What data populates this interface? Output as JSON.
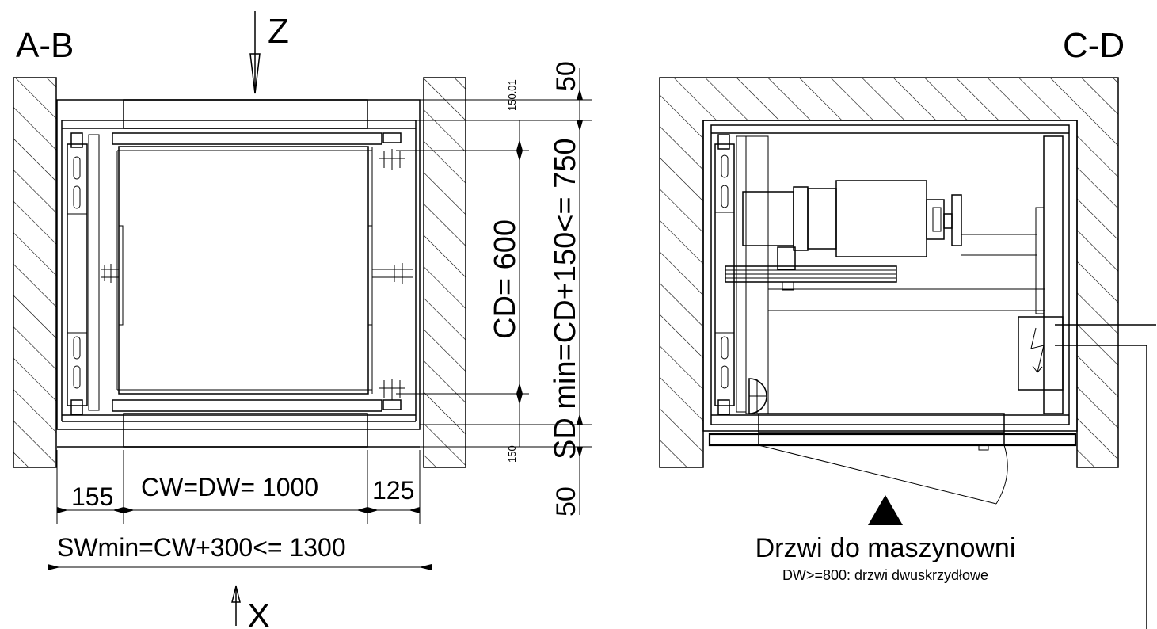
{
  "left_view": {
    "title": "A-B",
    "view_top_label": "Z",
    "view_bottom_label": "X",
    "dim_cd": "CD= 600",
    "dim_sd": "SD min=CD+150<= 750",
    "dim_top_small": "150.01",
    "dim_bottom_small": "150",
    "dim_top_50": "50",
    "dim_bottom_50": "50",
    "dim_left_155": "155",
    "dim_cw": "CW=DW= 1000",
    "dim_right_125": "125",
    "dim_sw": "SWmin=CW+300<= 1300"
  },
  "right_view": {
    "title": "C-D",
    "door_label": "Drzwi do maszynowni",
    "door_note": "DW>=800: drzwi dwuskrzydłowe"
  }
}
